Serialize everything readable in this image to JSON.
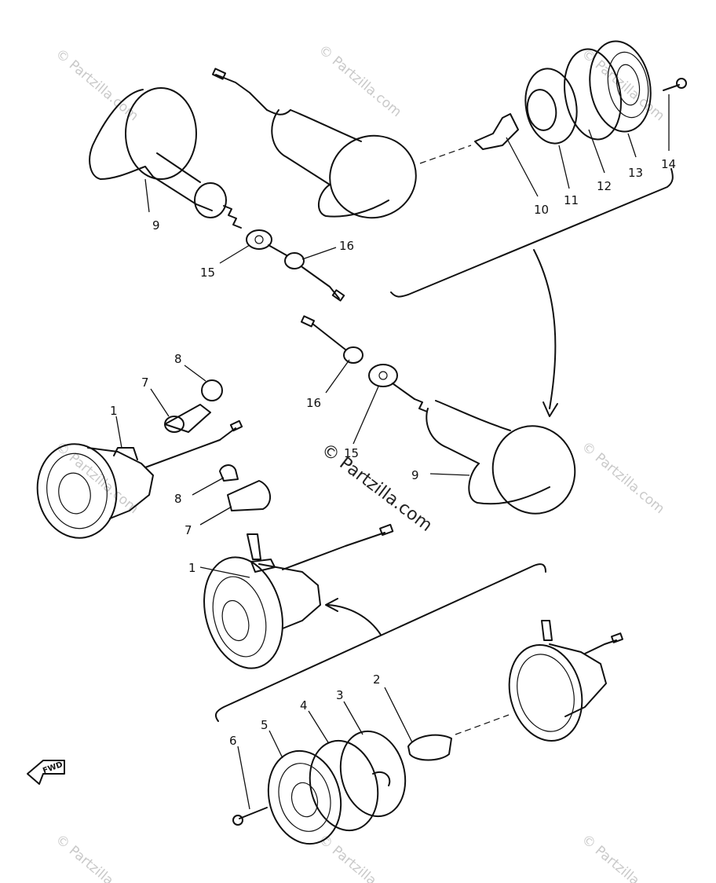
{
  "watermark": {
    "main": "© Partzilla.com",
    "tile": "© Partzilla.com"
  },
  "fwd_label": "FWD",
  "callouts": [
    "1",
    "2",
    "3",
    "4",
    "5",
    "6",
    "7",
    "8",
    "9",
    "10",
    "11",
    "12",
    "13",
    "14",
    "15",
    "16"
  ],
  "colors": {
    "ink": "#111111",
    "watermark": "#c9c9c9"
  }
}
